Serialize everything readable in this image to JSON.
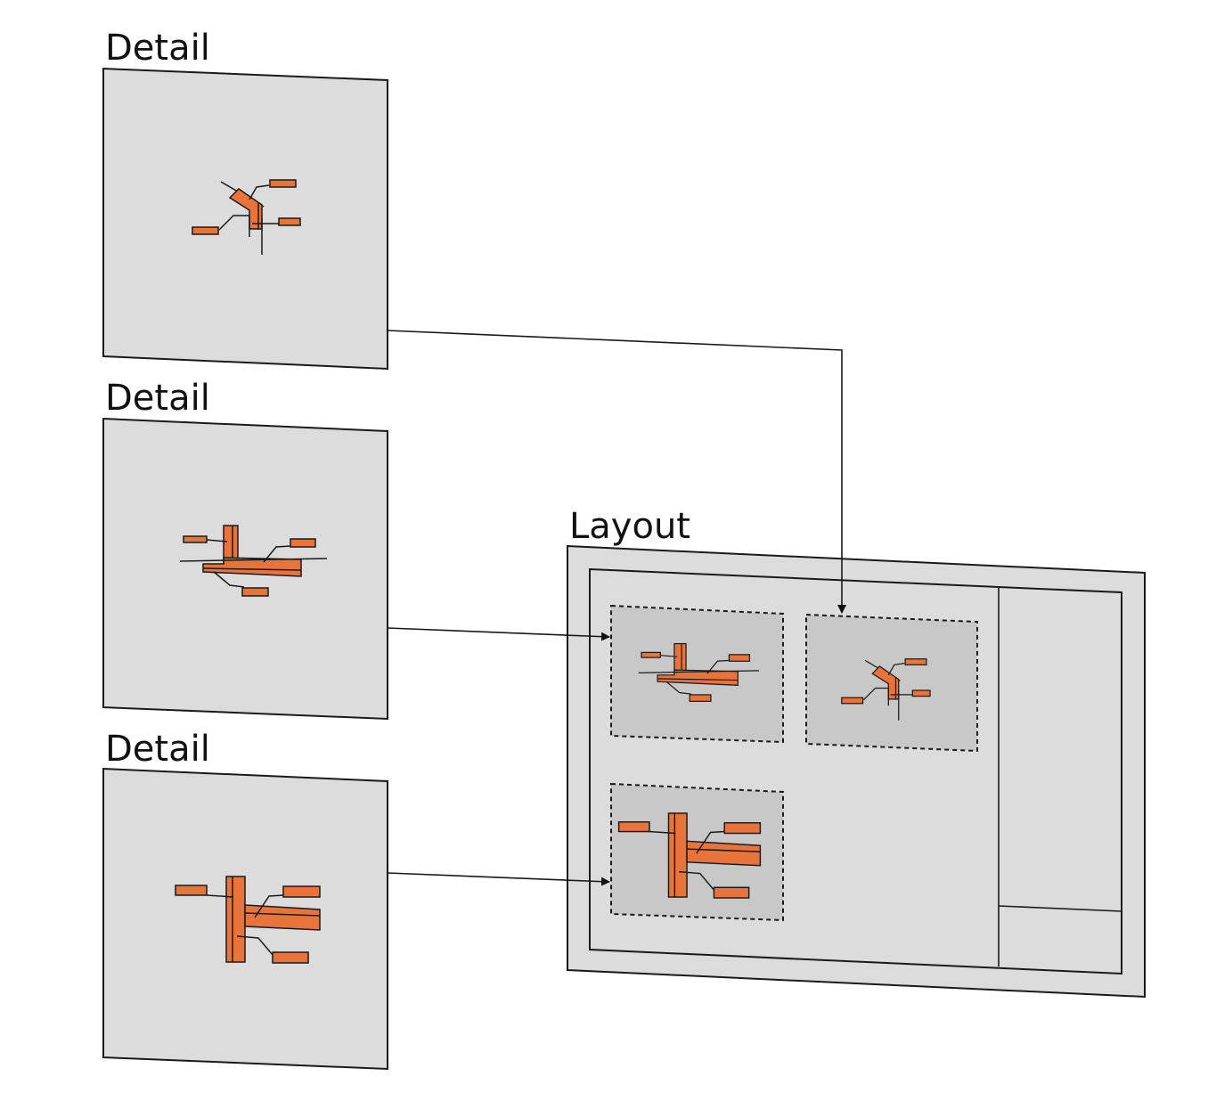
{
  "details": [
    {
      "label": "Detail",
      "content": "angled-joint"
    },
    {
      "label": "Detail",
      "content": "l-joint"
    },
    {
      "label": "Detail",
      "content": "t-joint"
    }
  ],
  "layout": {
    "label": "Layout"
  },
  "colors": {
    "panel_fill": "#dcdcdc",
    "viewport_fill": "#c8c8c8",
    "element_orange": "#e8743b",
    "line": "#1a1a1a"
  }
}
